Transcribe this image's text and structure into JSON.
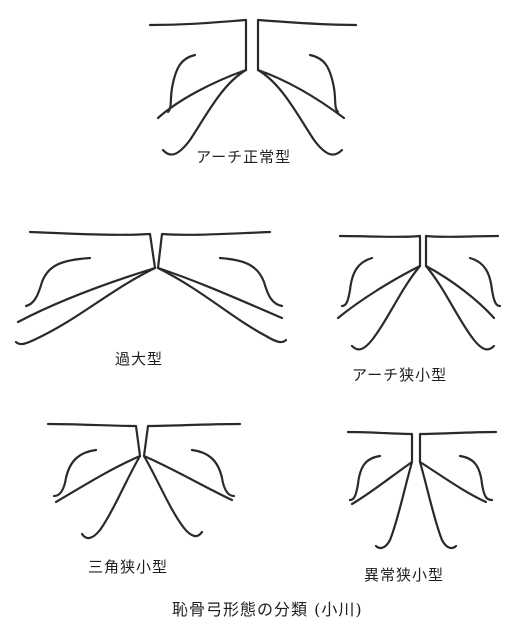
{
  "diagram": {
    "caption": "恥骨弓形態の分類 (小川)",
    "panels": [
      {
        "id": "normal",
        "label": "アーチ正常型"
      },
      {
        "id": "excessive",
        "label": "過大型"
      },
      {
        "id": "arch-narrow",
        "label": "アーチ狭小型"
      },
      {
        "id": "triangle-narrow",
        "label": "三角狭小型"
      },
      {
        "id": "abnormal-narrow",
        "label": "異常狭小型"
      }
    ]
  }
}
